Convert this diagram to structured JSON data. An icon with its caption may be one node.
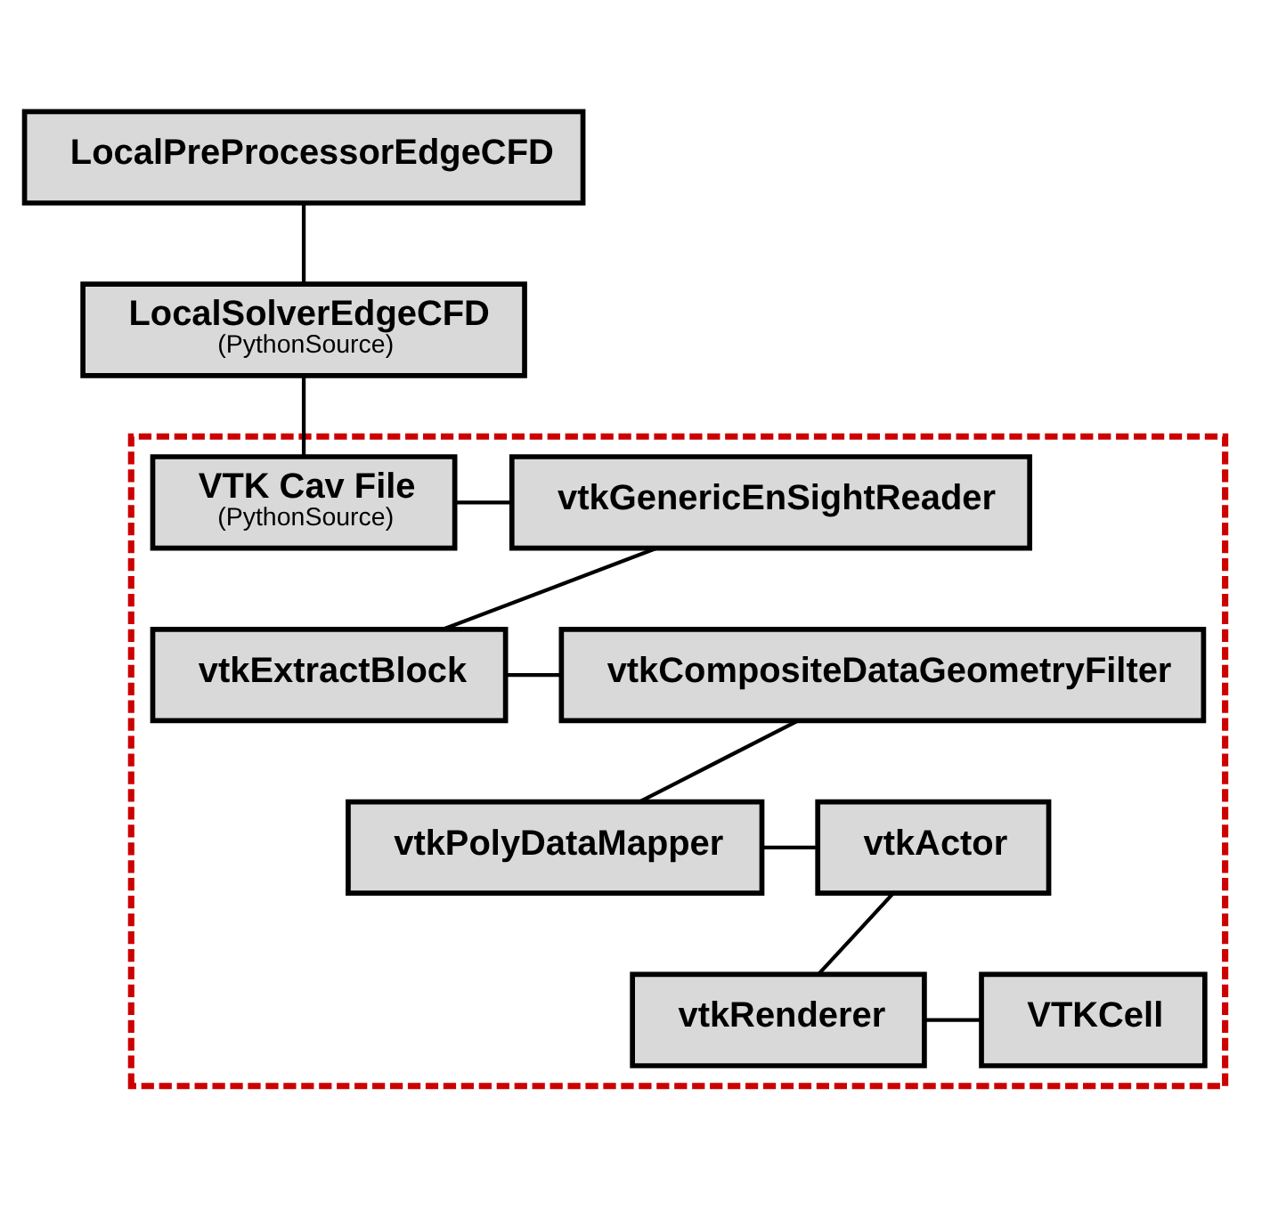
{
  "diagram": {
    "nodes": [
      {
        "text": [
          "LocalPreProcessorEdgeCFD"
        ]
      },
      {
        "text": [
          "LocalSolverEdgeCFD",
          "(PythonSource)"
        ]
      },
      {
        "text": [],
        "shape": "box"
      },
      {
        "text": [
          "VTK Cav File",
          "(PythonSource)"
        ],
        "in": 2
      },
      {
        "text": [
          "vtkGenericEnSightReader"
        ],
        "in": 2
      },
      {
        "text": [
          "vtkExtractBlock"
        ],
        "in": 2
      },
      {
        "text": [
          "vtkCompositeDataGeometryFilter"
        ],
        "in": 2
      },
      {
        "text": [
          "vtkPolyDataMapper"
        ],
        "in": 2
      },
      {
        "text": [
          "vtkActor"
        ],
        "in": 2
      },
      {
        "text": [
          "vtkRenderer"
        ],
        "in": 2
      },
      {
        "text": [
          "VTKCell"
        ],
        "in": 2
      }
    ],
    "edges": [
      {
        "from": 0,
        "to": 1,
        "arrow": "none"
      },
      {
        "from": 1,
        "to": 3,
        "arrow": "none"
      },
      {
        "from": 3,
        "to": 4,
        "arrow": "none"
      },
      {
        "from": 4,
        "to": 5,
        "arrow": "none"
      },
      {
        "from": 5,
        "to": 6,
        "arrow": "none"
      },
      {
        "from": 6,
        "to": 7,
        "arrow": "none"
      },
      {
        "from": 7,
        "to": 8,
        "arrow": "none"
      },
      {
        "from": 8,
        "to": 9,
        "arrow": "none"
      },
      {
        "from": 9,
        "to": 10,
        "arrow": "none"
      }
    ]
  }
}
